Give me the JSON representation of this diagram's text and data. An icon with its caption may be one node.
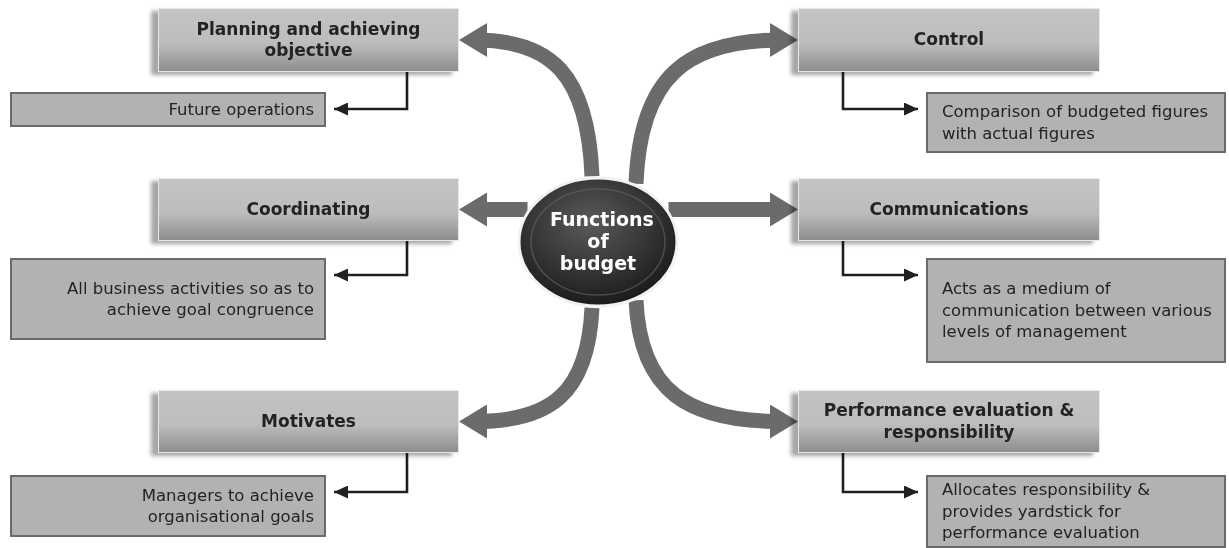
{
  "diagram": {
    "nodes": [
      {
        "text": [
          "Functions of budget"
        ]
      },
      {
        "text": [
          "Planning and achieving  objective"
        ]
      },
      {
        "text": [
          "Future operations"
        ]
      },
      {
        "text": [
          "Control"
        ]
      },
      {
        "text": [
          "Comparison of budgeted figures with actual figures"
        ]
      },
      {
        "text": [
          "Coordinating"
        ]
      },
      {
        "text": [
          "All business activities so as to achieve goal congruence"
        ]
      },
      {
        "text": [
          "Communications"
        ]
      },
      {
        "text": [
          "Acts as a medium of communication between various levels of management"
        ]
      },
      {
        "text": [
          "Motivates"
        ]
      },
      {
        "text": [
          "Managers to achieve organisational goals"
        ]
      },
      {
        "text": [
          "Performance evaluation & responsibility"
        ]
      },
      {
        "text": [
          "Allocates responsibility & provides yardstick for performance evaluation"
        ]
      }
    ],
    "edges": [
      {
        "from": 0,
        "to": 1,
        "arrow": "to",
        "style": "thick",
        "color": "#6b6b6b"
      },
      {
        "from": 0,
        "to": 3,
        "arrow": "to",
        "style": "thick",
        "color": "#6b6b6b"
      },
      {
        "from": 0,
        "to": 5,
        "arrow": "to",
        "style": "thick",
        "color": "#6b6b6b"
      },
      {
        "from": 0,
        "to": 7,
        "arrow": "to",
        "style": "thick",
        "color": "#6b6b6b"
      },
      {
        "from": 0,
        "to": 9,
        "arrow": "to",
        "style": "thick",
        "color": "#6b6b6b"
      },
      {
        "from": 0,
        "to": 11,
        "arrow": "to",
        "style": "thick",
        "color": "#6b6b6b"
      },
      {
        "from": 1,
        "to": 2,
        "arrow": "to"
      },
      {
        "from": 3,
        "to": 4,
        "arrow": "to"
      },
      {
        "from": 5,
        "to": 6,
        "arrow": "to"
      },
      {
        "from": 7,
        "to": 8,
        "arrow": "to"
      },
      {
        "from": 9,
        "to": 10,
        "arrow": "to"
      },
      {
        "from": 11,
        "to": 12,
        "arrow": "to"
      }
    ]
  }
}
